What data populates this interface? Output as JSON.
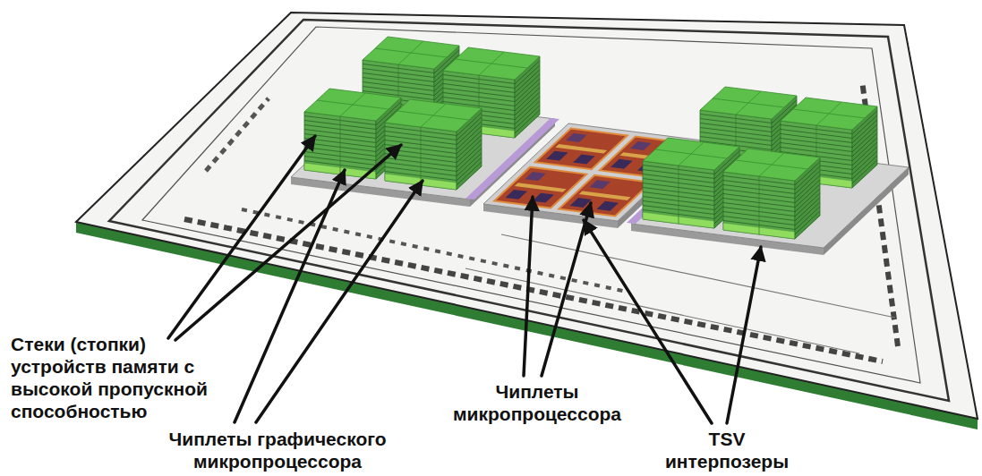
{
  "diagram": {
    "labels": [
      "Стеки (стопки) устройств памяти с высокой пропускной способностью",
      "Чиплеты графического микропроцессора",
      "Чиплеты микропроцессора",
      "TSV интерпозеры"
    ]
  }
}
